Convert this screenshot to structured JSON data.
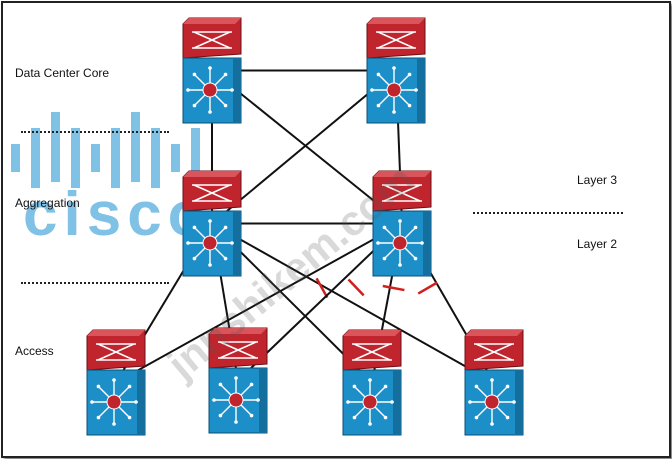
{
  "layers": {
    "core_label": "Data Center Core",
    "aggregation_label": "Aggregation",
    "access_label": "Access",
    "layer3_label": "Layer 3",
    "layer2_label": "Layer 2"
  },
  "watermark": {
    "logo_text": "cisco",
    "site_text": "jnnshikem.com"
  },
  "colors": {
    "switch_top": "#c0252e",
    "switch_bottom": "#1c8fc9",
    "hub": "#c0252e",
    "link": "#111111",
    "blocked_link": "#d0201e",
    "watermark_logo": "#1a8fd3"
  },
  "nodes": [
    {
      "id": "core-1",
      "tier": "core"
    },
    {
      "id": "core-2",
      "tier": "core"
    },
    {
      "id": "agg-1",
      "tier": "aggregation"
    },
    {
      "id": "agg-2",
      "tier": "aggregation"
    },
    {
      "id": "access-1",
      "tier": "access"
    },
    {
      "id": "access-2",
      "tier": "access"
    },
    {
      "id": "access-3",
      "tier": "access"
    },
    {
      "id": "access-4",
      "tier": "access"
    }
  ],
  "links": [
    {
      "from": "core-1",
      "to": "core-2",
      "blocked": false
    },
    {
      "from": "core-1",
      "to": "agg-1",
      "blocked": false
    },
    {
      "from": "core-1",
      "to": "agg-2",
      "blocked": false
    },
    {
      "from": "core-2",
      "to": "agg-1",
      "blocked": false
    },
    {
      "from": "core-2",
      "to": "agg-2",
      "blocked": false
    },
    {
      "from": "agg-1",
      "to": "agg-2",
      "blocked": false
    },
    {
      "from": "agg-1",
      "to": "access-1",
      "blocked": false
    },
    {
      "from": "agg-1",
      "to": "access-2",
      "blocked": false
    },
    {
      "from": "agg-1",
      "to": "access-3",
      "blocked": false
    },
    {
      "from": "agg-1",
      "to": "access-4",
      "blocked": false
    },
    {
      "from": "agg-2",
      "to": "access-1",
      "blocked": true
    },
    {
      "from": "agg-2",
      "to": "access-2",
      "blocked": true
    },
    {
      "from": "agg-2",
      "to": "access-3",
      "blocked": true
    },
    {
      "from": "agg-2",
      "to": "access-4",
      "blocked": true
    }
  ]
}
